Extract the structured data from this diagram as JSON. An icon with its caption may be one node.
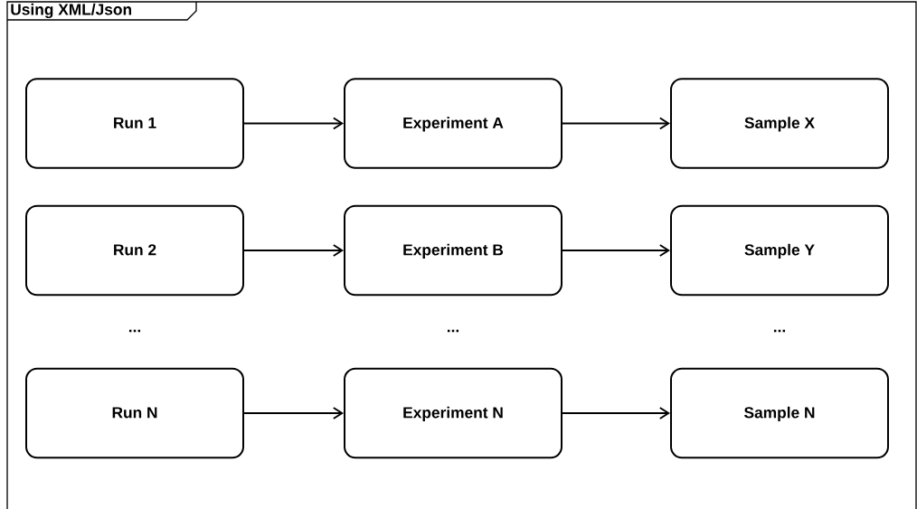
{
  "diagram": {
    "nodes": [
      {
        "text": [
          "Using XML/Json"
        ]
      },
      {
        "text": [
          "Run 1"
        ],
        "in": 0
      },
      {
        "text": [
          "Experiment A"
        ],
        "in": 0
      },
      {
        "text": [
          "Sample X"
        ],
        "in": 0
      },
      {
        "text": [
          "Run 2"
        ],
        "in": 0
      },
      {
        "text": [
          "Experiment B"
        ],
        "in": 0
      },
      {
        "text": [
          "Sample Y"
        ],
        "in": 0
      },
      {
        "text": [
          "Run N"
        ],
        "in": 0
      },
      {
        "text": [
          "Experiment N"
        ],
        "in": 0
      },
      {
        "text": [
          "Sample N"
        ],
        "in": 0
      }
    ],
    "edges": [
      {
        "from": 1,
        "to": 2,
        "arrow": "to"
      },
      {
        "from": 2,
        "to": 3,
        "arrow": "to"
      },
      {
        "from": 4,
        "to": 5,
        "arrow": "to"
      },
      {
        "from": 5,
        "to": 6,
        "arrow": "to"
      },
      {
        "from": 7,
        "to": 8,
        "arrow": "to"
      },
      {
        "from": 8,
        "to": 9,
        "arrow": "to"
      }
    ],
    "labels": [
      "...",
      "...",
      "..."
    ]
  }
}
